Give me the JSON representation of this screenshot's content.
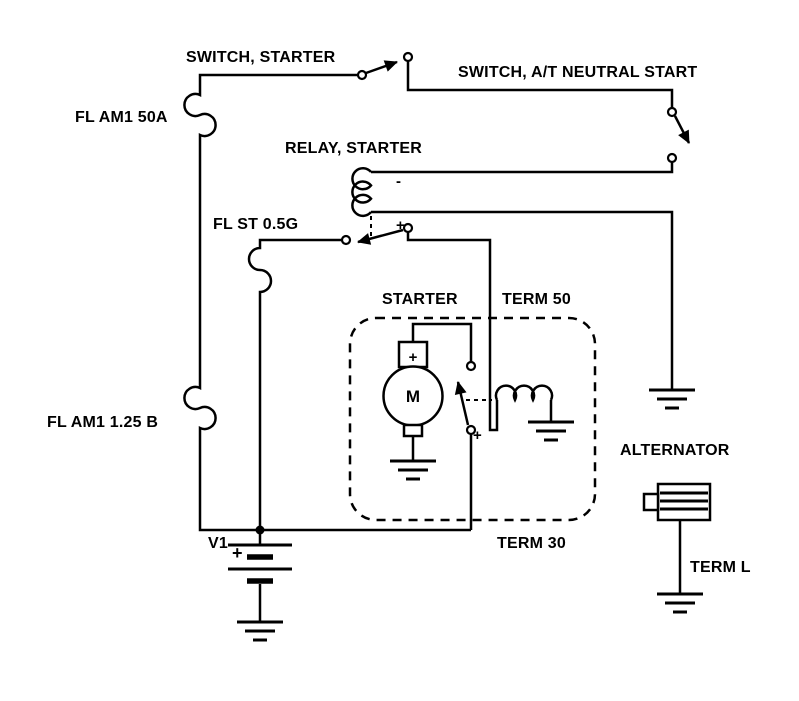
{
  "diagram": {
    "title": "Starter circuit wiring diagram",
    "colors": {
      "line": "#000000",
      "background": "#ffffff"
    },
    "labels": {
      "switch_starter": "SWITCH, STARTER",
      "switch_at_neutral_start": "SWITCH, A/T NEUTRAL START",
      "fl_am1_50a": "FL AM1 50A",
      "relay_starter": "RELAY, STARTER",
      "fl_st_05g": "FL ST 0.5G",
      "starter": "STARTER",
      "term_50": "TERM 50",
      "fl_am1_125b": "FL AM1 1.25 B",
      "alternator": "ALTERNATOR",
      "battery_name": "V1",
      "battery_plus": "+",
      "term_30": "TERM 30",
      "term_l": "TERM L",
      "relay_minus": "-",
      "relay_plus": "+",
      "motor_plus": "+",
      "motor_m": "M",
      "solenoid_plus": "+"
    },
    "components": {
      "battery": "battery-icon",
      "ground": "ground-icon",
      "fusible_link": "fusible-link-icon",
      "relay_coil": "coil-icon",
      "solenoid_coil": "coil-icon",
      "motor": "motor-icon",
      "switch_contact": "switch-contact-icon",
      "alternator_body": "alternator-icon"
    }
  }
}
